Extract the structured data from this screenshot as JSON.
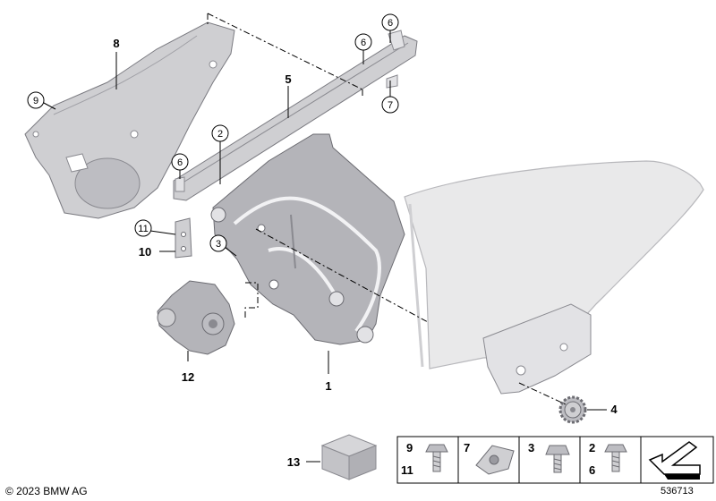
{
  "callouts": {
    "c1": "1",
    "c2": "2",
    "c3": "3",
    "c4": "4",
    "c5": "5",
    "c6a": "6",
    "c6b": "6",
    "c6c": "6",
    "c7": "7",
    "c8": "8",
    "c9": "9",
    "c10": "10",
    "c11": "11",
    "c12": "12",
    "c13": "13"
  },
  "legend": {
    "cell1_top": "9",
    "cell1_bottom": "11",
    "cell2": "7",
    "cell3": "3",
    "cell4_top": "2",
    "cell4_bottom": "6"
  },
  "footer": {
    "copyright": "© 2023 BMW AG",
    "diagram_number": "536713"
  }
}
